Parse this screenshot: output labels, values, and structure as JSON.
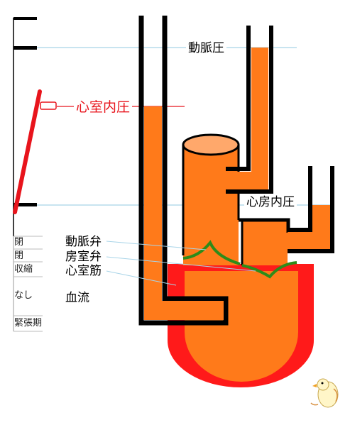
{
  "labels": {
    "aortic_pressure": "動脈圧",
    "ventricular_pressure": "心室内圧",
    "atrial_pressure": "心房内圧"
  },
  "states": [
    {
      "component": "動脈弁",
      "value": "閉"
    },
    {
      "component": "房室弁",
      "value": "閉"
    },
    {
      "component": "心室筋",
      "value": "収縮"
    },
    {
      "component": "血流",
      "value": "なし"
    }
  ],
  "phase": "緊張期",
  "colors": {
    "blood": "#ff7a1a",
    "muscle": "#ff1a1a",
    "valve": "#2e8b1a",
    "pressure_line": "#a8d4e8",
    "gauge": "#e8141c",
    "aorta_top": "#ffa86b"
  },
  "mascot": "chick-mascot"
}
